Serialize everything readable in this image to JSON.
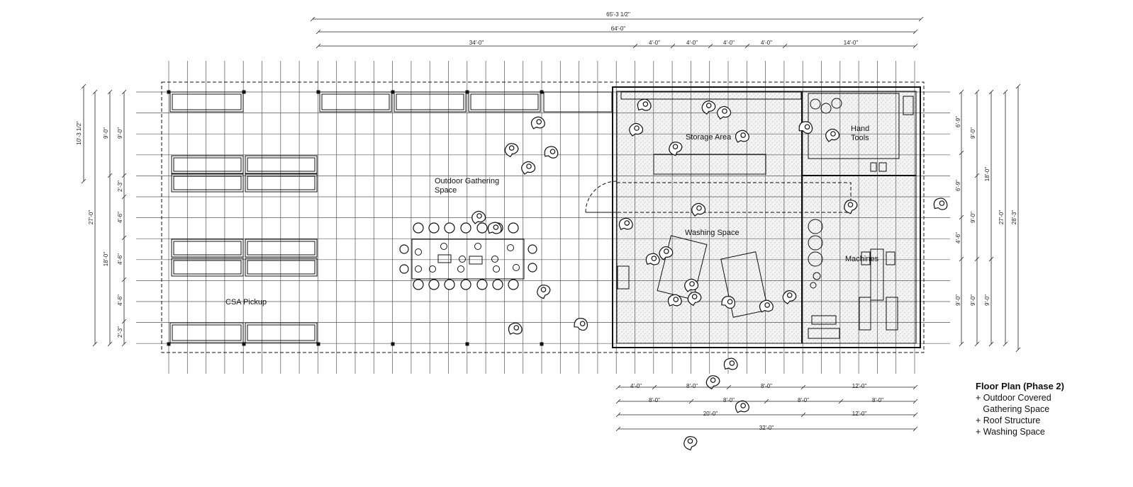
{
  "dimensions": {
    "top_overall_1": "65'-3 1/2\"",
    "top_overall_2": "64'-0\"",
    "top_chain": [
      "34'-0\"",
      "4'-0\"",
      "4'-0\"",
      "4'-0\"",
      "4'-0\"",
      "14'-0\""
    ],
    "left_outer": "10'-3 1/2\"",
    "left_27": "27'-0\"",
    "left_18": "18'-0\"",
    "left_9": [
      "9'-0\"",
      "9'-0\""
    ],
    "left_chain": [
      "2'-3\"",
      "4'-6\"",
      "4'-6\"",
      "4'-6\"",
      "2'-3\""
    ],
    "right_chain": [
      "6'-9\"",
      "6'-9\"",
      "4'-6\"",
      "9'-0\""
    ],
    "right_9": [
      "9'-0\"",
      "9'-0\"",
      "9'-0\""
    ],
    "right_18": "18'-0\"",
    "right_27": "27'-0\"",
    "right_28": "28'-3\"",
    "bottom_row1": [
      "4'-0\"",
      "8'-0\"",
      "8'-0\"",
      "12'-0\""
    ],
    "bottom_row2": [
      "8'-0\"",
      "8'-0\"",
      "8'-0\"",
      "8'-0\""
    ],
    "bottom_row3": [
      "20'-0\"",
      "12'-0\""
    ],
    "bottom_row4": "32'-0\""
  },
  "rooms": {
    "outdoor": [
      "Outdoor Gathering",
      "Space"
    ],
    "csa": "CSA Pickup",
    "storage": "Storage Area",
    "hand_tools": [
      "Hand",
      "Tools"
    ],
    "washing": "Washing Space",
    "machines": "Machines"
  },
  "legend": {
    "title": "Floor Plan (Phase 2)",
    "lines": [
      "+ Outdoor Covered",
      "   Gathering Space",
      "+ Roof Structure",
      "+ Washing Space"
    ]
  }
}
